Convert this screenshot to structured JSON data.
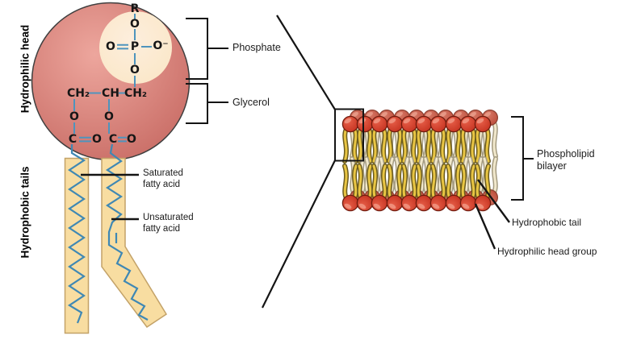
{
  "figure": {
    "left_panel": {
      "side_labels": {
        "head": "Hydrophilic head",
        "tails": "Hydrophobic tails"
      },
      "atoms": {
        "r": "R",
        "o": "O",
        "p": "P",
        "o_minus": "O⁻",
        "ch2": "CH₂",
        "ch": "CH",
        "c": "C"
      },
      "callouts": {
        "phosphate": "Phosphate",
        "glycerol": "Glycerol",
        "saturated": "Saturated\nfatty acid",
        "unsaturated": "Unsaturated\nfatty acid"
      }
    },
    "right_panel": {
      "callouts": {
        "bilayer": "Phospholipid\nbilayer",
        "tail": "Hydrophobic tail",
        "head_group": "Hydrophilic head group"
      }
    },
    "colors": {
      "head_sphere_center": "#eda69d",
      "head_sphere_edge": "#c96d66",
      "phosphate_circle": "#fae6c4",
      "bond_blue": "#4e94bd",
      "zigzag_blue": "#3f88b4",
      "tail_band": "#f8dda1",
      "tail_band_border": "#c3a268",
      "pointer_black": "#141414",
      "bilayer_head_red": "#c22f1d",
      "bilayer_head_back": "#b94a38",
      "bilayer_tail_yellow": "#e8c543",
      "bilayer_tail_back": "#f1e8cc"
    }
  }
}
